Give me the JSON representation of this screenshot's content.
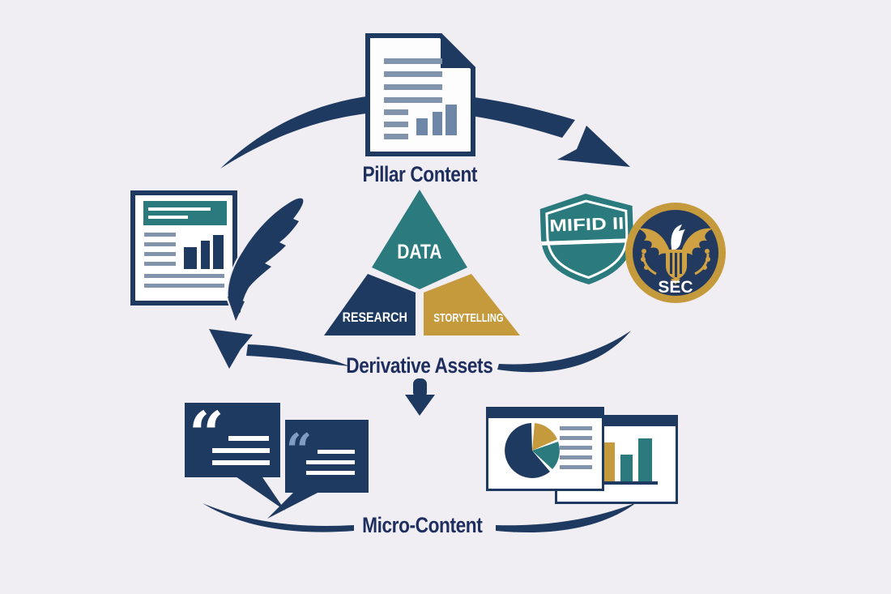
{
  "colors": {
    "background": "#f0eef2",
    "navy": "#1f3a60",
    "navy_text": "#1d2e5f",
    "teal": "#2a7a7e",
    "gold": "#c49a3d",
    "slate": "#8194ab",
    "light_blue_quote": "#7f9dc2",
    "white": "#ffffff"
  },
  "cycle": {
    "pillar_label": "Pillar Content",
    "derivative_label": "Derivative Assets",
    "micro_label": "Micro-Content"
  },
  "pyramid": {
    "segments": [
      {
        "label": "DATA",
        "color": "#2a7a7e"
      },
      {
        "label": "RESEARCH",
        "color": "#1f3a60"
      },
      {
        "label": "STORYTELLING",
        "color": "#c49a3d"
      }
    ]
  },
  "compliance": {
    "shield_label": "MIFID II",
    "seal_label": "SEC"
  },
  "icons": {
    "pillar_document": "document-with-bar-chart-icon",
    "derivative_report": "report-with-quill-icon",
    "quill": "feather-quill-icon",
    "regulation_shield": "mifid-shield-icon",
    "regulation_seal": "sec-eagle-seal-icon",
    "micro_quotes": "quote-speech-bubbles-icon",
    "micro_slides": "pie-and-bar-chart-slides-icon"
  },
  "quote_glyph": "“"
}
